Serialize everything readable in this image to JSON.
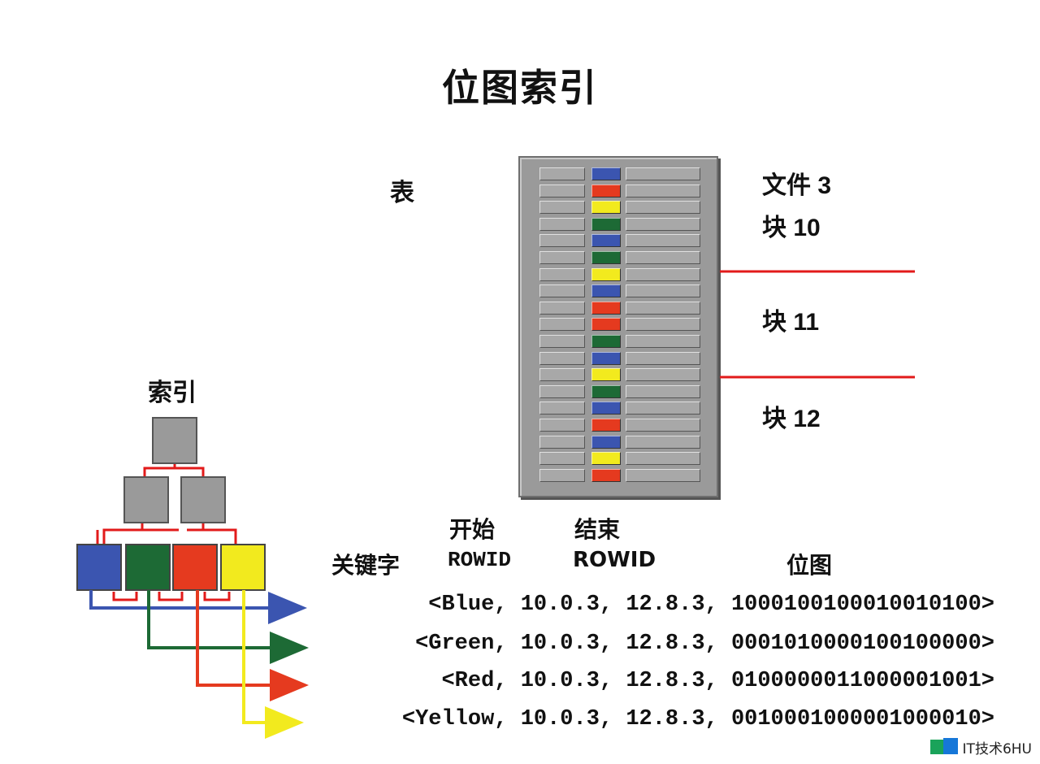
{
  "title": "位图索引",
  "table_label": "表",
  "index_label": "索引",
  "blocks": {
    "file_block_10_line1": "文件 3",
    "file_block_10_line2": "块 10",
    "block_11": "块 11",
    "block_12": "块 12"
  },
  "headers": {
    "key": "关键字",
    "start_line1": "开始",
    "start_line2": "ROWID",
    "end_line1": "结束",
    "end_line2": "ROWID",
    "bitmap": "位图"
  },
  "rows": [
    {
      "key": "Blue",
      "text": "<Blue, 10.0.3, 12.8.3, 1000100100010010100>",
      "color": "#3b55b0"
    },
    {
      "key": "Green",
      "text": "<Green, 10.0.3, 12.8.3, 0001010000100100000>",
      "color": "#1d6a35"
    },
    {
      "key": "Red",
      "text": "<Red, 10.0.3, 12.8.3, 0100000011000001001>",
      "color": "#e53a1f"
    },
    {
      "key": "Yellow",
      "text": "<Yellow, 10.0.3, 12.8.3, 0010001000001000010>",
      "color": "#f2ea1e"
    }
  ],
  "table_row_colors": [
    "blue",
    "red",
    "yellow",
    "green",
    "blue",
    "green",
    "yellow",
    "blue",
    "red",
    "red",
    "green",
    "blue",
    "yellow",
    "green",
    "blue",
    "red",
    "blue",
    "yellow",
    "red"
  ],
  "colors": {
    "blue": "#3b55b0",
    "green": "#1d6a35",
    "red": "#e53a1f",
    "yellow": "#f2ea1e",
    "grey": "#9a9a9a",
    "connector": "#e21a1a"
  },
  "watermark": "IT技术6HU"
}
